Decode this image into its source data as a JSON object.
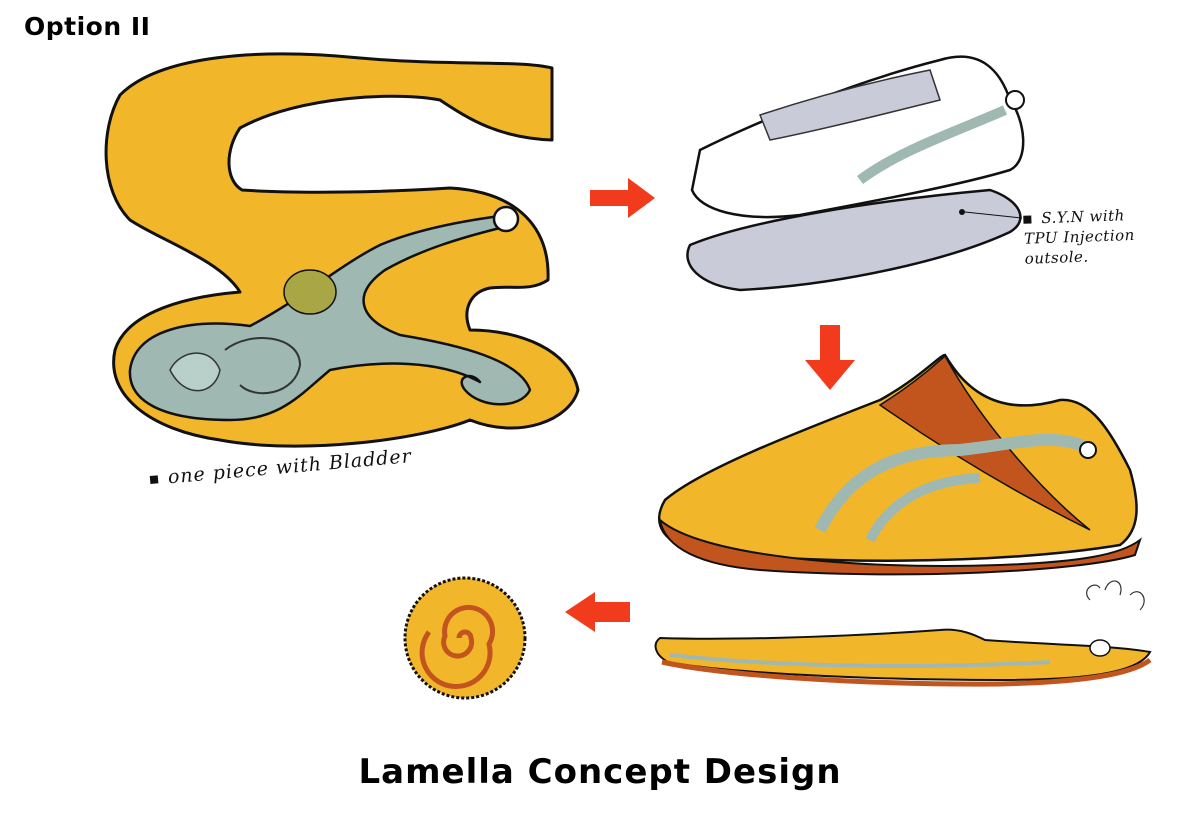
{
  "header": {
    "option_label": "Option II"
  },
  "notes": {
    "bladder": "one piece with Bladder",
    "syn_line1": "S.Y.N with",
    "syn_line2": "TPU Injection",
    "syn_line3": "outsole."
  },
  "footer": {
    "title": "Lamella Concept Design"
  },
  "colors": {
    "sole_yellow": "#f2b62a",
    "bladder_teal": "#9fb8b1",
    "accent_rust": "#c2541e",
    "arrow_red": "#f23a1c",
    "upper_gray": "#c9ccd8",
    "ink": "#111111"
  }
}
